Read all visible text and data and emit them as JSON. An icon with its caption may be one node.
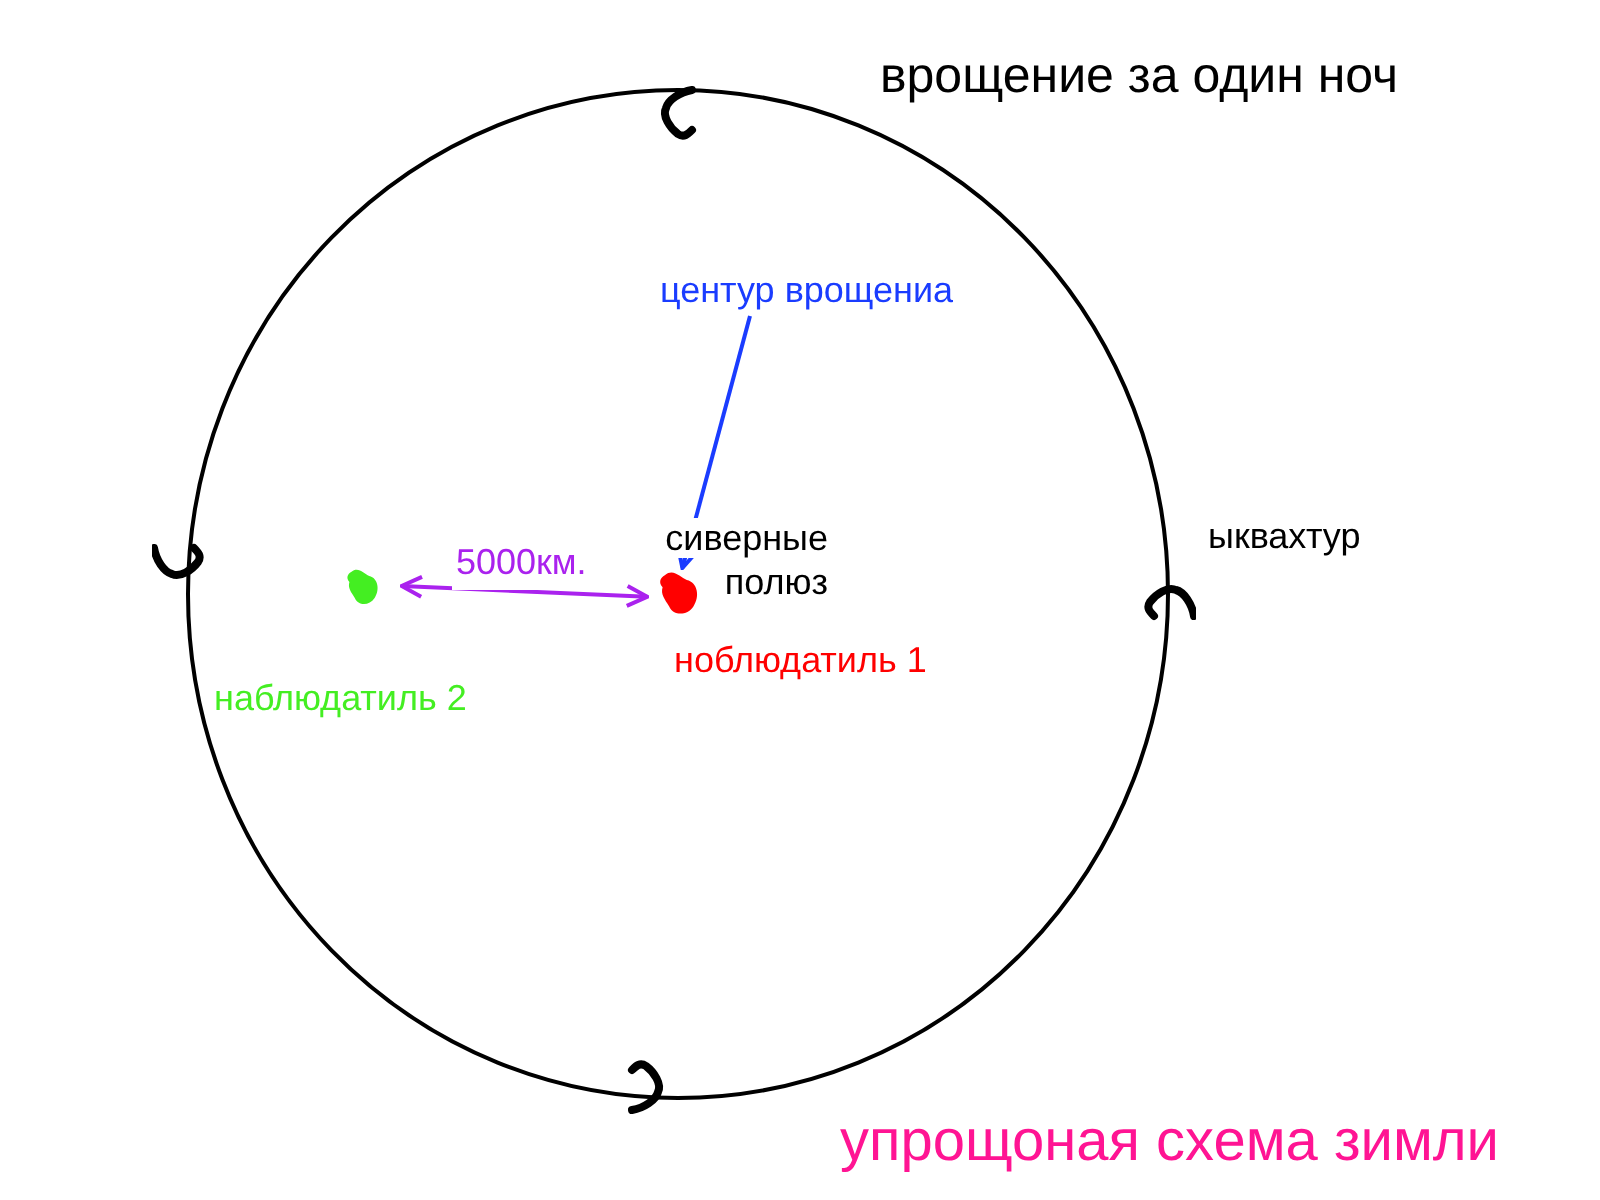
{
  "diagram": {
    "title": "врощение за один ноч",
    "caption": "упрощоная схема зимли",
    "nodes": [
      {
        "text": [],
        "shape": "circle",
        "beside": [
          "ыквахтур"
        ]
      },
      {
        "text": [
          "центур врощениа"
        ],
        "in": 0
      },
      {
        "text": [],
        "shape": "circle",
        "in": 0,
        "beside": [
          "сиверные полюз",
          "ноблюдатиль 1"
        ]
      },
      {
        "text": [],
        "shape": "circle",
        "in": 0,
        "beside": [
          "наблюдатиль 2"
        ]
      }
    ],
    "edges": [
      {
        "from": 1,
        "to": 2,
        "arrow": "to",
        "color": "#1a3cff"
      },
      {
        "from": 3,
        "to": 2,
        "arrow": "both",
        "label": "5000км.",
        "color": "#aa22ee"
      }
    ]
  }
}
